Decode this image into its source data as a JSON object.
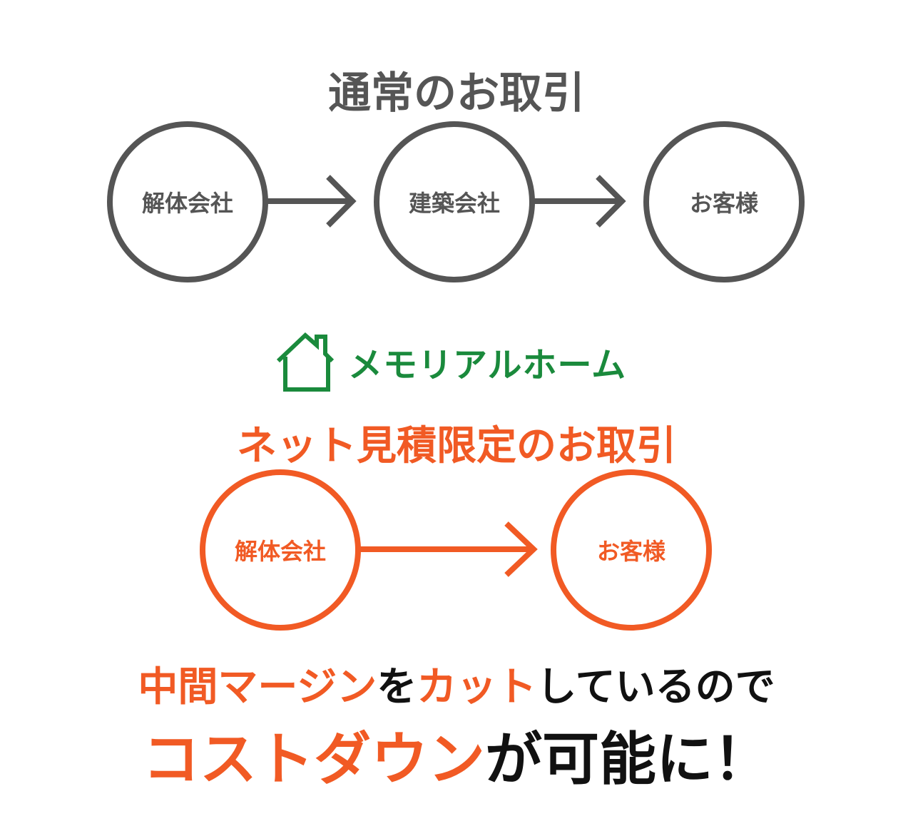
{
  "normal": {
    "title": "通常のお取引",
    "nodes": [
      "解体会社",
      "建築会社",
      "お客様"
    ]
  },
  "logo": {
    "name": "メモリアルホーム",
    "icon": "house-outline-icon",
    "color": "#1a8a3c"
  },
  "net": {
    "title": "ネット見積限定のお取引",
    "nodes": [
      "解体会社",
      "お客様"
    ]
  },
  "message": {
    "line1": {
      "part1": "中間マージン",
      "part2": "を",
      "part3": "カット",
      "part4": "しているので"
    },
    "line2": {
      "part1": "コストダウン",
      "part2": "が可能に！"
    }
  },
  "colors": {
    "gray": "#555555",
    "orange": "#f15a24",
    "green": "#1a8a3c",
    "black": "#111111"
  }
}
